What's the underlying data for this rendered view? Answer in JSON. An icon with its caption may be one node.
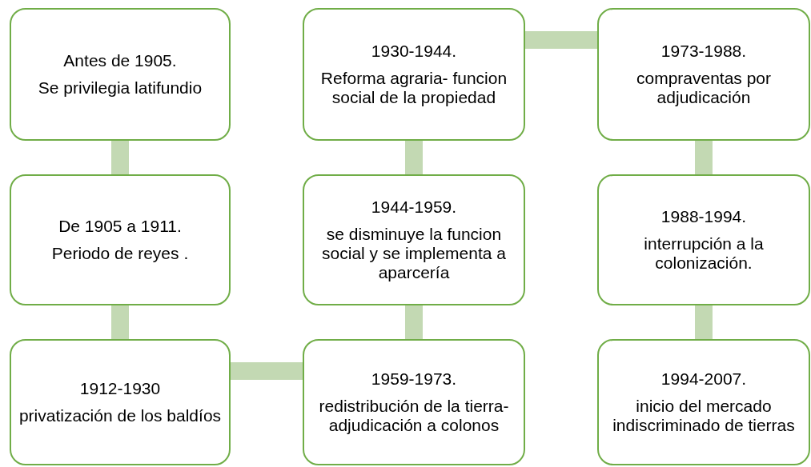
{
  "diagram": {
    "nodes": [
      {
        "text": [
          "Antes de 1905.",
          "Se privilegia latifundio"
        ]
      },
      {
        "text": [
          "De 1905 a 1911.",
          "Periodo de reyes ."
        ]
      },
      {
        "text": [
          "1912-1930",
          "privatización de los baldíos"
        ]
      },
      {
        "text": [
          "1930-1944.",
          "Reforma agraria- funcion social de la propiedad"
        ]
      },
      {
        "text": [
          "1944-1959.",
          "se disminuye la funcion social y se implementa a aparcería"
        ]
      },
      {
        "text": [
          "1959-1973.",
          "redistribución de la tierra- adjudicación a colonos"
        ]
      },
      {
        "text": [
          "1973-1988.",
          "compraventas por adjudicación"
        ]
      },
      {
        "text": [
          "1988-1994.",
          "interrupción a la colonización."
        ]
      },
      {
        "text": [
          "1994-2007.",
          "inicio del mercado indiscriminado de tierras"
        ]
      }
    ],
    "edges": [
      {
        "from": 0,
        "to": 1,
        "arrow": "none"
      },
      {
        "from": 1,
        "to": 2,
        "arrow": "none"
      },
      {
        "from": 2,
        "to": 5,
        "arrow": "none"
      },
      {
        "from": 5,
        "to": 4,
        "arrow": "none"
      },
      {
        "from": 4,
        "to": 3,
        "arrow": "none"
      },
      {
        "from": 3,
        "to": 6,
        "arrow": "none"
      },
      {
        "from": 6,
        "to": 7,
        "arrow": "none"
      },
      {
        "from": 7,
        "to": 8,
        "arrow": "none"
      }
    ]
  }
}
